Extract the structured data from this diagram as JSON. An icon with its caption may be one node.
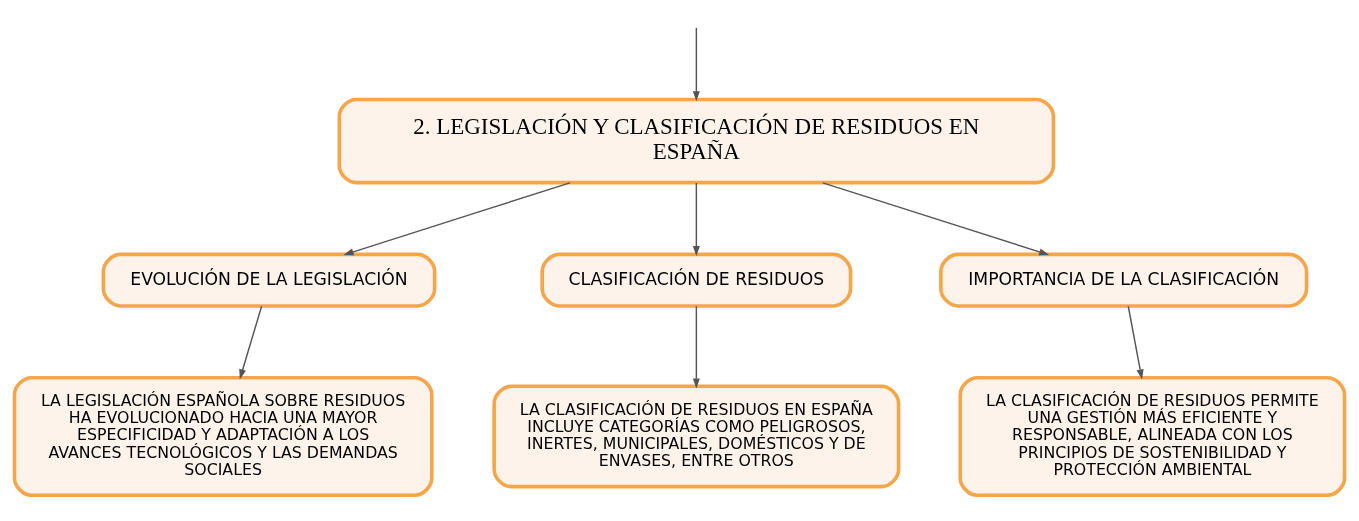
{
  "diagram": {
    "nodes": [
      {
        "text": [
          "2. LEGISLACIÓN Y CLASIFICACIÓN DE RESIDUOS EN ESPAÑA"
        ]
      },
      {
        "text": [
          "EVOLUCIÓN DE LA LEGISLACIÓN"
        ]
      },
      {
        "text": [
          "CLASIFICACIÓN DE RESIDUOS"
        ]
      },
      {
        "text": [
          "IMPORTANCIA DE LA CLASIFICACIÓN"
        ]
      },
      {
        "text": [
          "LA LEGISLACIÓN ESPAÑOLA SOBRE RESIDUOS HA EVOLUCIONADO HACIA UNA MAYOR ESPECIFICIDAD Y ADAPTACIÓN A LOS AVANCES TECNOLÓGICOS Y LAS DEMANDAS SOCIALES"
        ]
      },
      {
        "text": [
          "LA CLASIFICACIÓN DE RESIDUOS EN ESPAÑA INCLUYE CATEGORÍAS COMO PELIGROSOS, INERTES, MUNICIPALES, DOMÉSTICOS Y DE ENVASES, ENTRE OTROS"
        ]
      },
      {
        "text": [
          "LA CLASIFICACIÓN DE RESIDUOS PERMITE UNA GESTIÓN MÁS EFICIENTE Y RESPONSABLE, ALINEADA CON LOS PRINCIPIOS DE SOSTENIBILIDAD Y PROTECCIÓN AMBIENTAL"
        ]
      }
    ],
    "edges": [
      {
        "from": null,
        "to": 0,
        "arrow": "to"
      },
      {
        "from": 0,
        "to": 1,
        "arrow": "to"
      },
      {
        "from": 0,
        "to": 2,
        "arrow": "to"
      },
      {
        "from": 0,
        "to": 3,
        "arrow": "to"
      },
      {
        "from": 1,
        "to": 4,
        "arrow": "to"
      },
      {
        "from": 2,
        "to": 5,
        "arrow": "to"
      },
      {
        "from": 3,
        "to": 6,
        "arrow": "to"
      }
    ]
  }
}
